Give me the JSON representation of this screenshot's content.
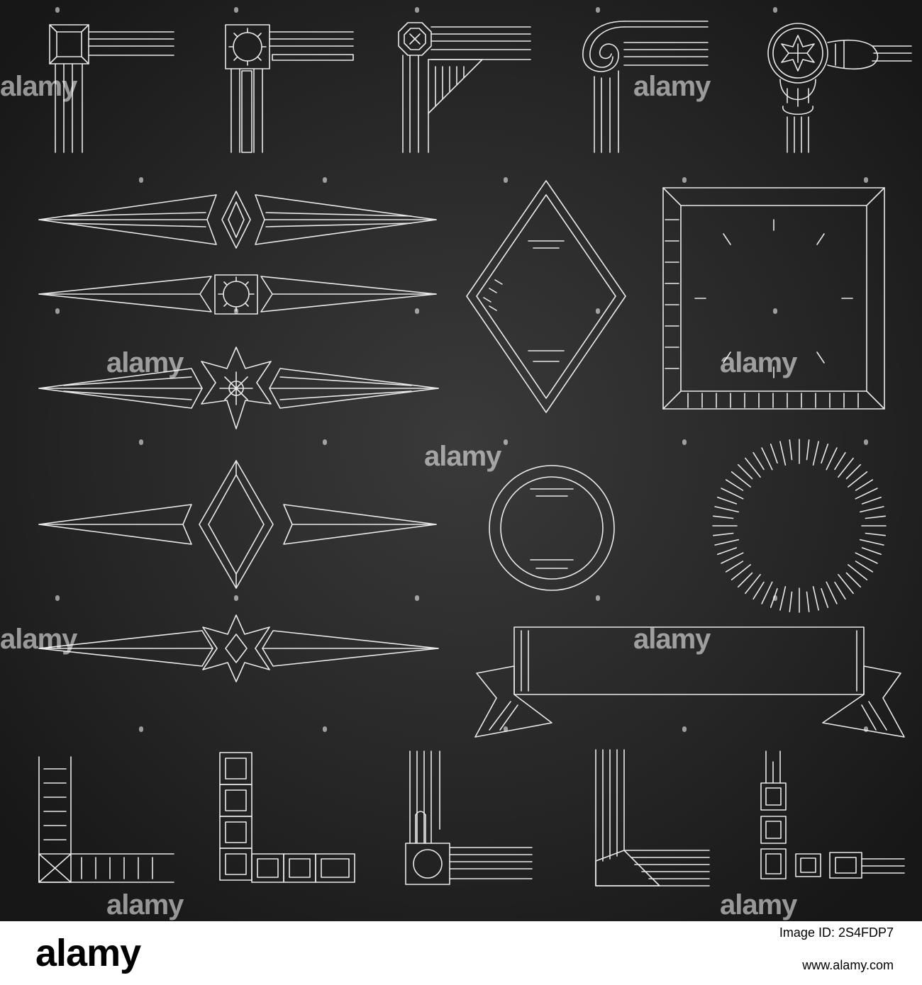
{
  "watermark": {
    "text": "alamy"
  },
  "footer": {
    "logo": "alamy",
    "image_id_label": "Image ID: 2S4FDP7",
    "url": "www.alamy.com"
  },
  "colors": {
    "background": "#1c1c1c",
    "chalk": "#ffffff",
    "footer_bg": "#ffffff",
    "footer_text": "#000000"
  }
}
